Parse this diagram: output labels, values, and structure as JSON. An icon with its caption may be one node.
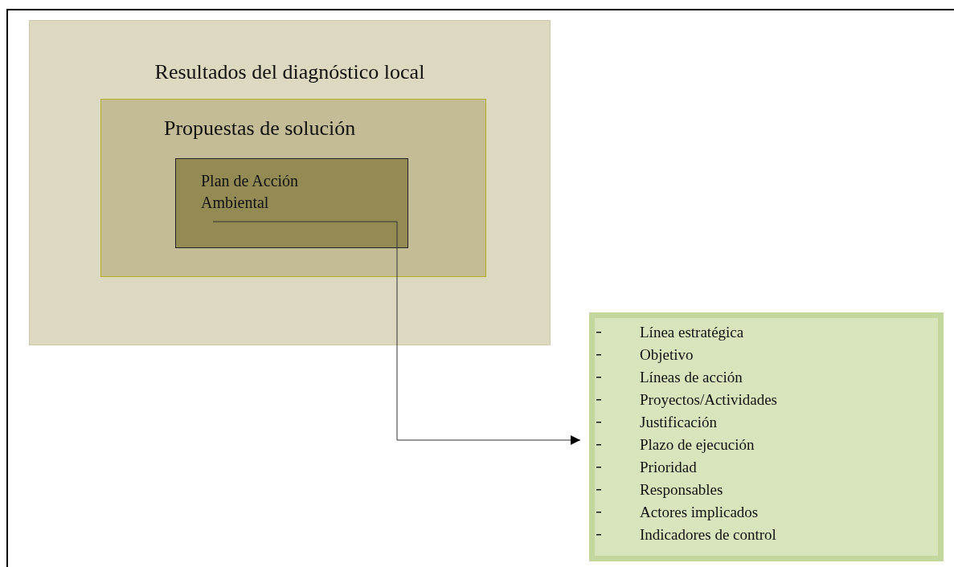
{
  "diagram": {
    "nodes": [
      {
        "text": [
          "Resultados del diagnóstico local"
        ]
      },
      {
        "text": [
          "Propuestas de solución"
        ],
        "in": 0
      },
      {
        "text": [
          "Plan de Acción Ambiental"
        ],
        "in": 1
      },
      {
        "text": [
          "Línea estratégica",
          "Objetivo",
          "Líneas de acción",
          "Proyectos/Actividades",
          "Justificación",
          "Plazo de ejecución",
          "Prioridad",
          "Responsables",
          "Actores implicados",
          "Indicadores de control"
        ]
      }
    ],
    "edges": [
      {
        "from": 2,
        "to": 3,
        "arrow": "to"
      }
    ]
  }
}
